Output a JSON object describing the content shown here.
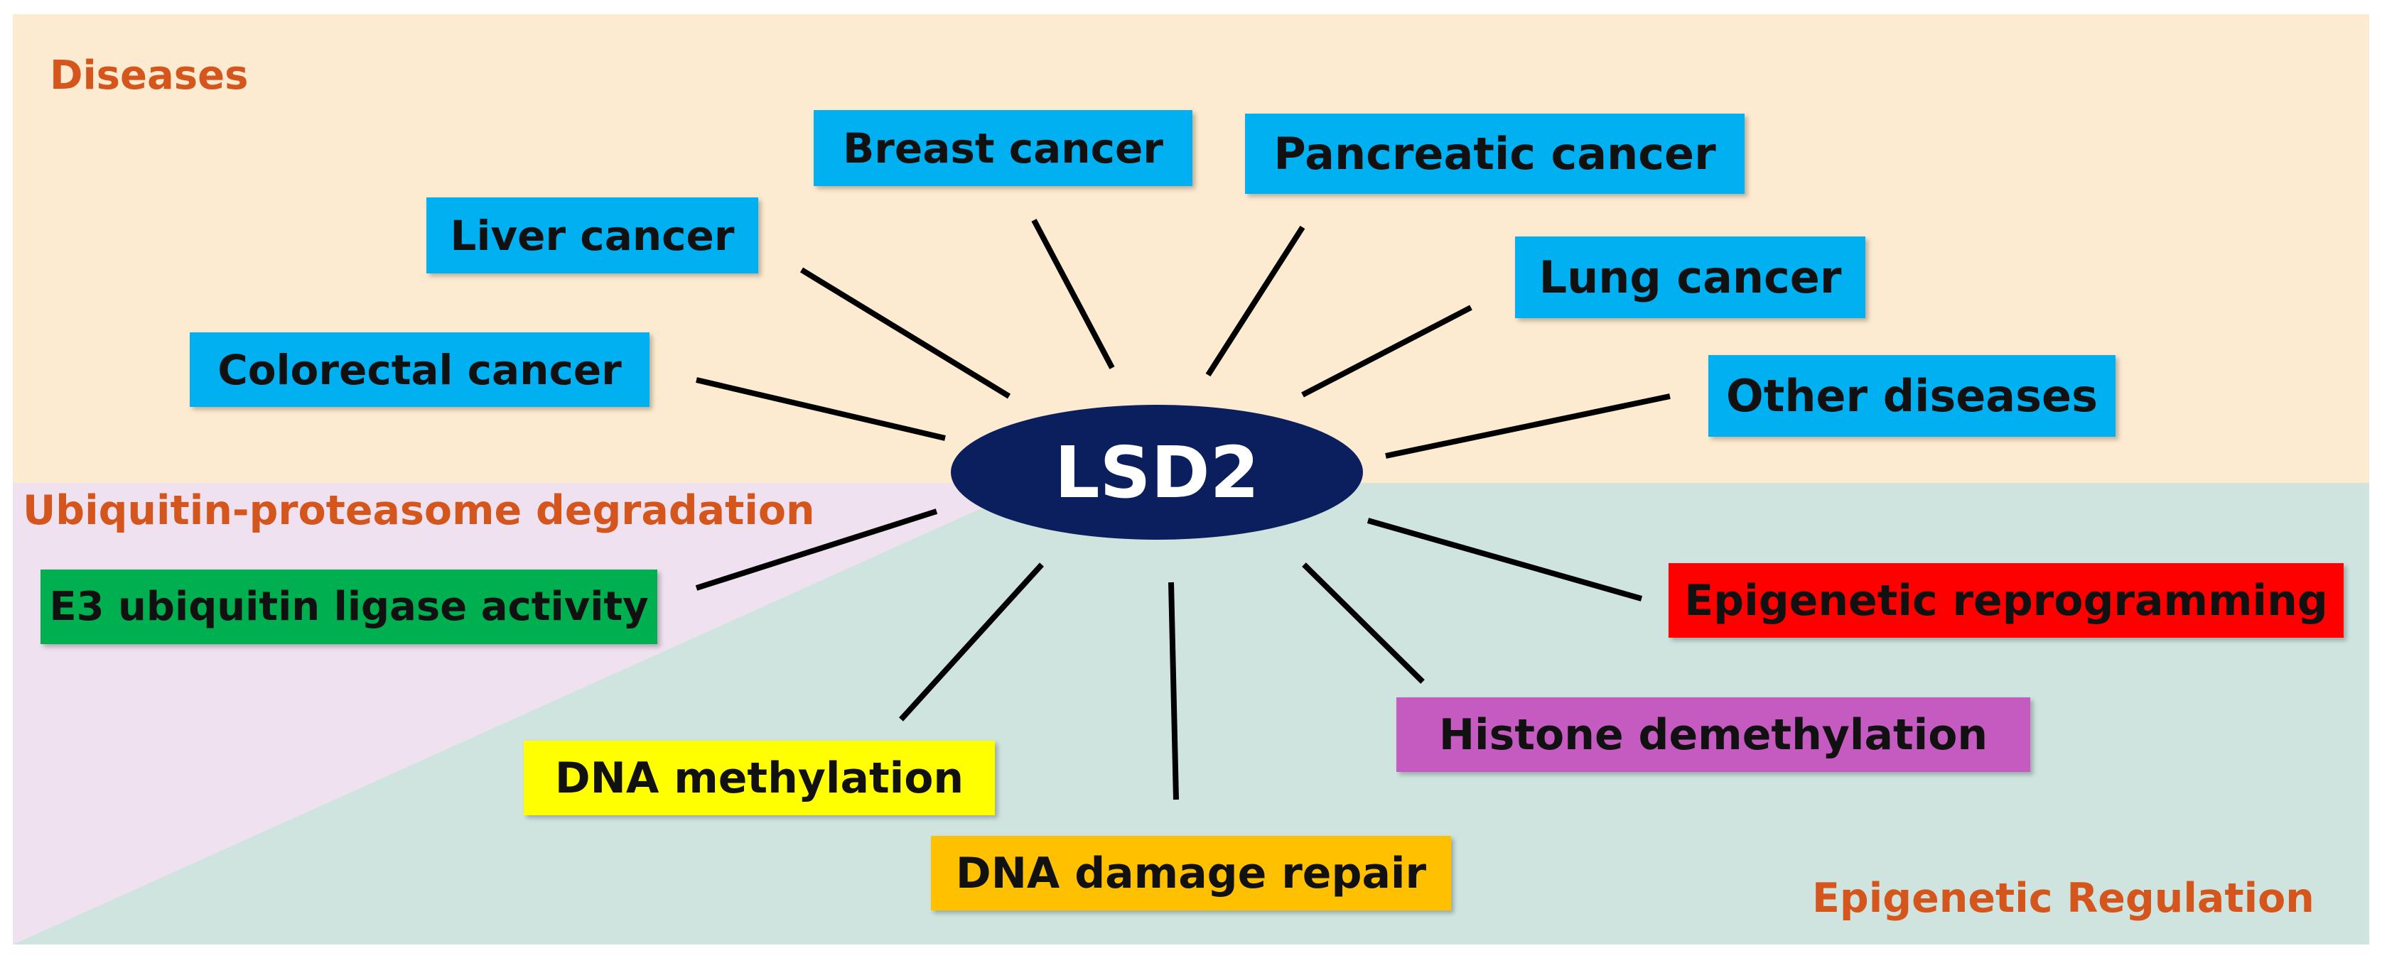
{
  "hub": {
    "label": "LSD2",
    "color": "#0b1f5e"
  },
  "regions": {
    "diseases": {
      "label": "Diseases",
      "color": "#fcebd0"
    },
    "ubiquitin": {
      "label": "Ubiquitin-proteasome degradation",
      "color": "#efe1ef"
    },
    "epigenetic": {
      "label": "Epigenetic Regulation",
      "color": "#cfe4df"
    }
  },
  "nodes": {
    "breast_cancer": {
      "label": "Breast cancer",
      "color": "#00b0f0"
    },
    "pancreatic_cancer": {
      "label": "Pancreatic cancer",
      "color": "#00b0f0"
    },
    "liver_cancer": {
      "label": "Liver cancer",
      "color": "#00b0f0"
    },
    "lung_cancer": {
      "label": "Lung cancer",
      "color": "#00b0f0"
    },
    "colorectal_cancer": {
      "label": "Colorectal cancer",
      "color": "#00b0f0"
    },
    "other_diseases": {
      "label": "Other diseases",
      "color": "#00b0f0"
    },
    "e3_ligase": {
      "label": "E3 ubiquitin ligase activity",
      "color": "#00b050"
    },
    "epigenetic_reprogramming": {
      "label": "Epigenetic reprogramming",
      "color": "#ff0000"
    },
    "histone_demethylation": {
      "label": "Histone demethylation",
      "color": "#c55ac1"
    },
    "dna_methylation": {
      "label": "DNA methylation",
      "color": "#ffff00"
    },
    "dna_damage_repair": {
      "label": "DNA damage repair",
      "color": "#ffc000"
    }
  }
}
